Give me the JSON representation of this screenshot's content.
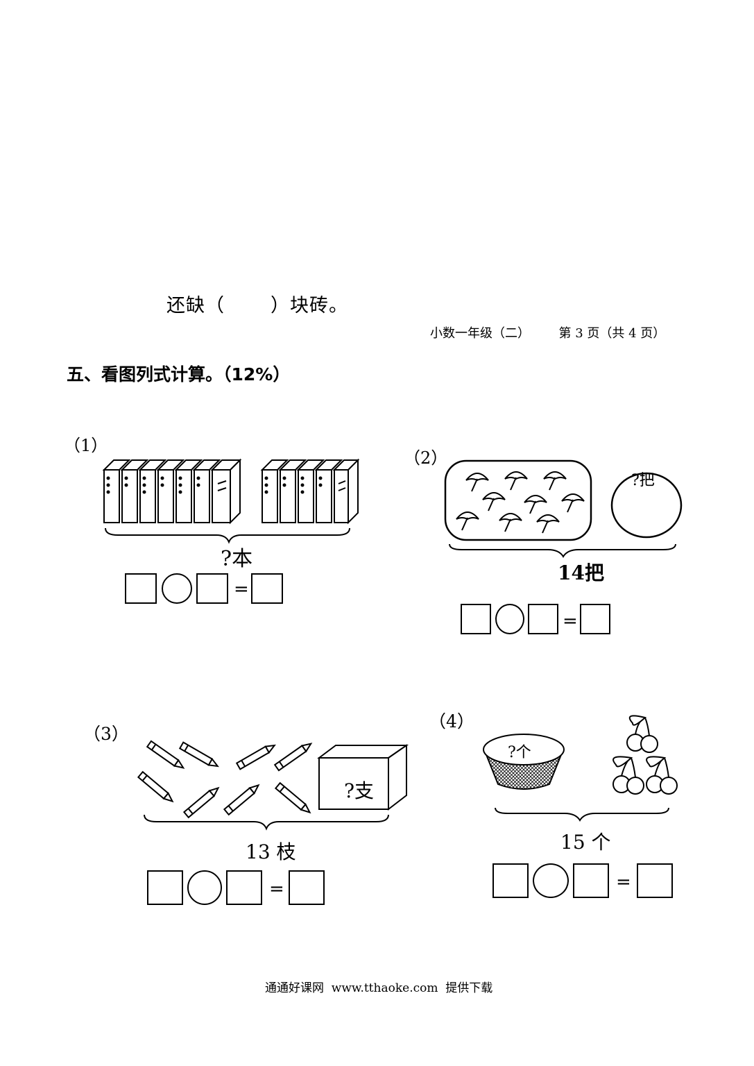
{
  "bricks_line": {
    "prefix": "还缺（",
    "suffix": "）块砖。"
  },
  "page_footer_top": {
    "class_label": "小数一年级（二）",
    "page_label": "第 3 页（共 4 页）"
  },
  "section": {
    "title": "五、看图列式计算。（12%）"
  },
  "problems": [
    {
      "number": "（1）",
      "label": "?本"
    },
    {
      "number": "（2）",
      "label_top": "?把",
      "label": "14把"
    },
    {
      "number": "（3）",
      "box_label": "?支",
      "label": "13 枝"
    },
    {
      "number": "（4）",
      "basket_label": "?个",
      "label": "15 个"
    }
  ],
  "equation_symbol": "=",
  "footer": {
    "text": "通通好课网  www.tthaoke.com  提供下载"
  }
}
